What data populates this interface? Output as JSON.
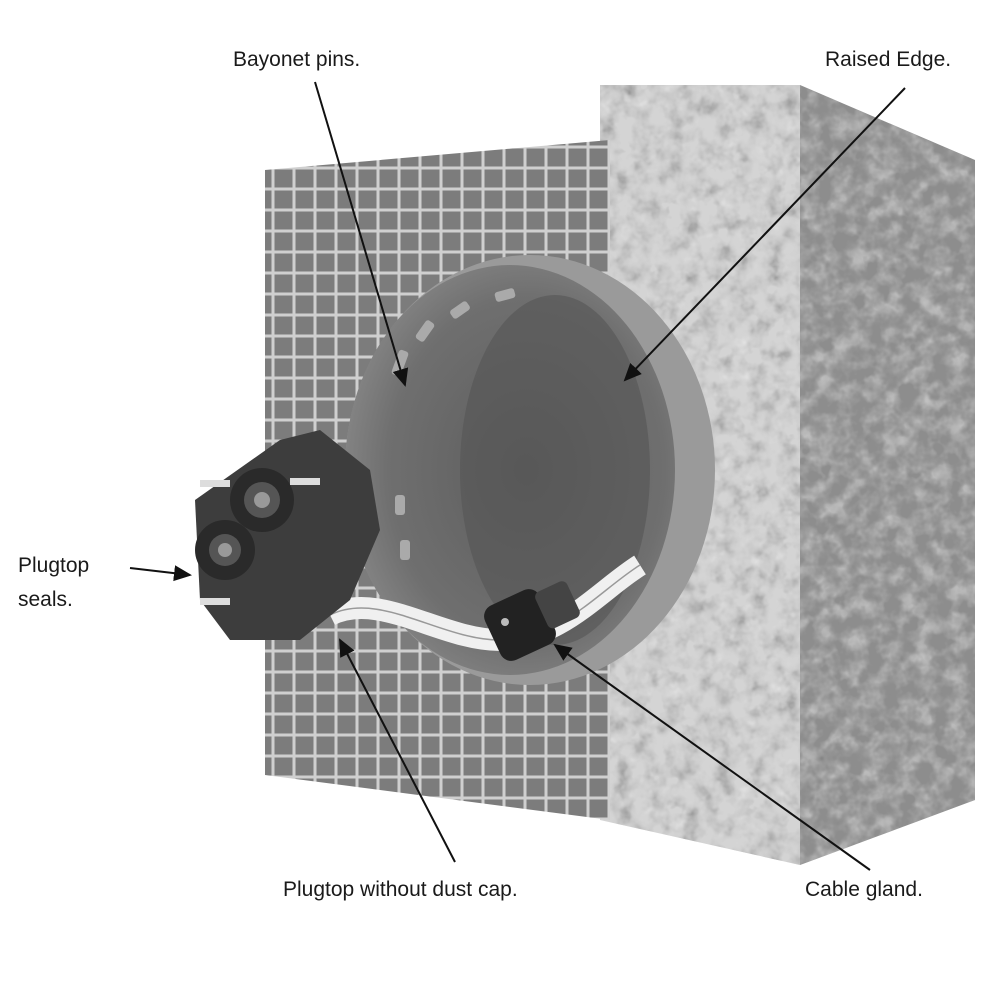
{
  "labels": {
    "bayonet_pins": "Bayonet pins.",
    "raised_edge": "Raised Edge.",
    "plugtop_seals_line1": "Plugtop",
    "plugtop_seals_line2": "seals.",
    "plugtop_without_dust_cap": "Plugtop without dust cap.",
    "cable_gland": "Cable gland."
  },
  "colors": {
    "concrete_front": "#c9c9c9",
    "concrete_side": "#8a8a8a",
    "tile": "#7a7a7a",
    "grout": "#cfcfcf",
    "box_interior": "#6d6d6d",
    "device": "#3a3a3a",
    "cable": "#e6e6e6"
  }
}
